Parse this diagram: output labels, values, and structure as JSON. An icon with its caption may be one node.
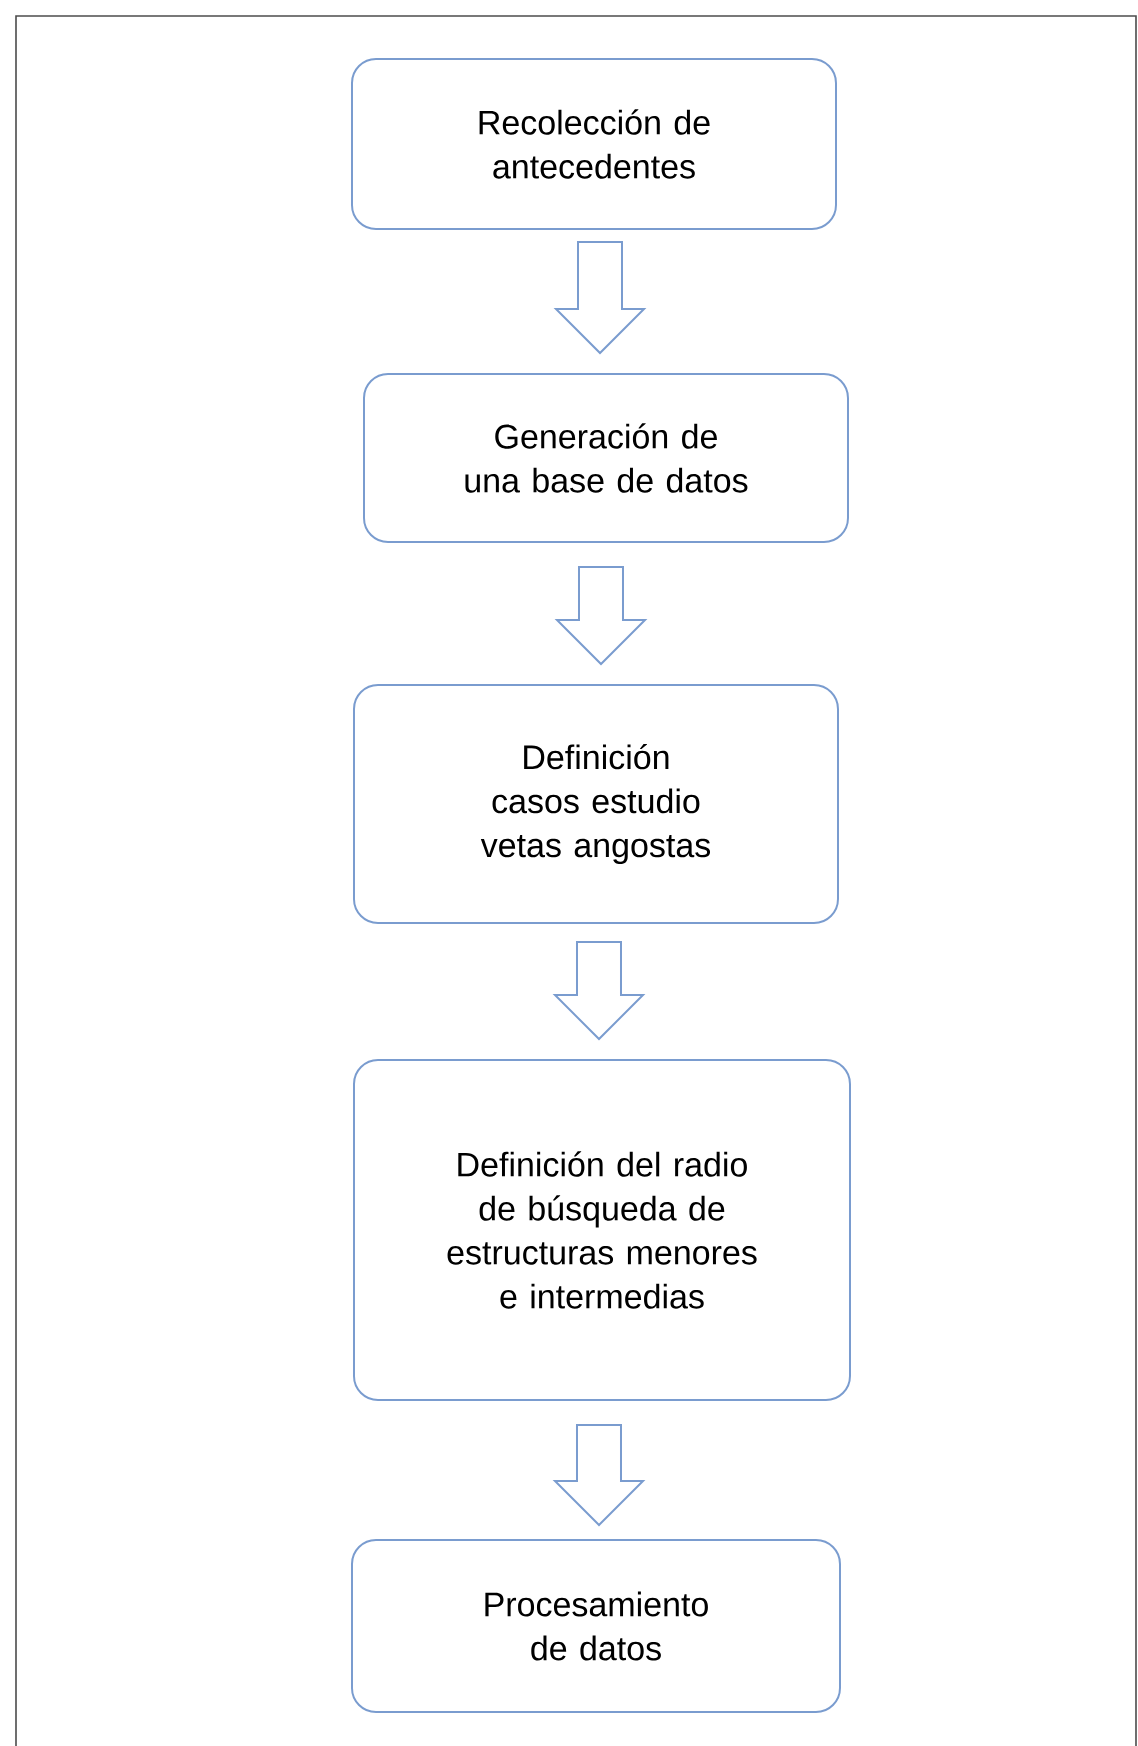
{
  "diagram": {
    "nodes": [
      {
        "text": [
          "Recolección de antecedentes"
        ]
      },
      {
        "text": [
          "Generación de una base de datos"
        ]
      },
      {
        "text": [
          "Definición casos estudio vetas angostas"
        ]
      },
      {
        "text": [
          "Definición del radio de búsqueda de estructuras menores e intermedias"
        ]
      },
      {
        "text": [
          "Procesamiento de datos"
        ]
      }
    ],
    "edges": [
      {
        "from": 0,
        "to": 1,
        "arrow": "to"
      },
      {
        "from": 1,
        "to": 2,
        "arrow": "to"
      },
      {
        "from": 2,
        "to": 3,
        "arrow": "to"
      },
      {
        "from": 3,
        "to": 4,
        "arrow": "to"
      }
    ]
  }
}
